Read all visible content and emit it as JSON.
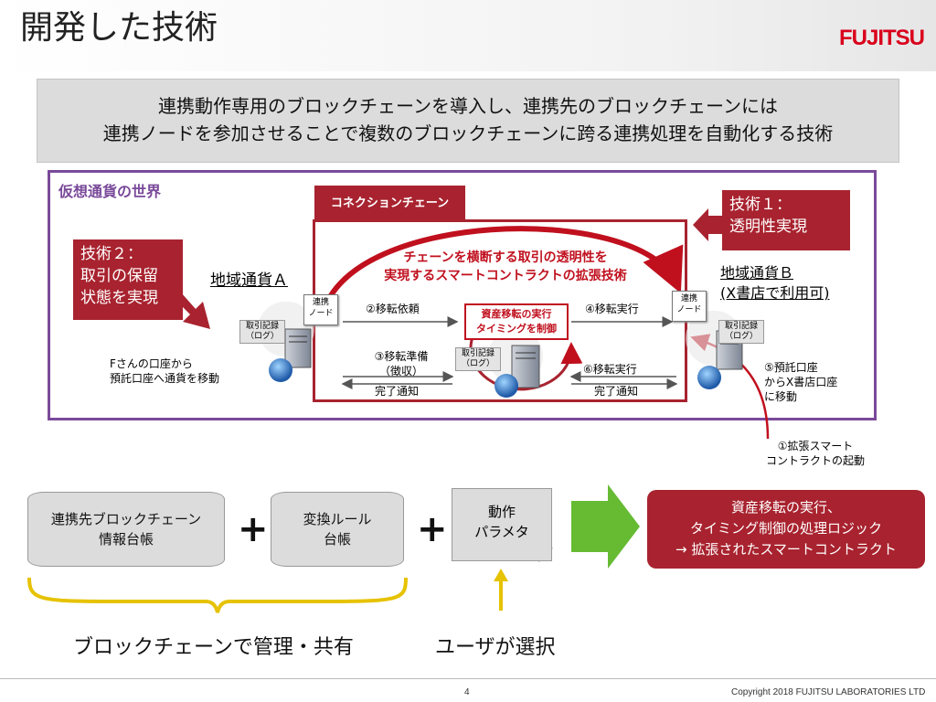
{
  "slide": {
    "title": "開発した技術",
    "logo": "FUJITSU",
    "summary_line1": "連携動作専用のブロックチェーンを導入し、連携先のブロックチェーンには",
    "summary_line2": "連携ノードを参加させることで複数のブロックチェーンに跨る連携処理を自動化する技術"
  },
  "diagram": {
    "world_label": "仮想通貨の世界",
    "chain_label": "コネクションチェーン",
    "tech1": [
      "技術１：",
      "透明性実現"
    ],
    "tech2": [
      "技術２：",
      "取引の保留",
      "状態を実現"
    ],
    "region_a": "地域通貨Ａ",
    "region_b_line1": "地域通貨Ｂ",
    "region_b_line2": "(X書店で利用可)",
    "node_left": [
      "連携",
      "ノード"
    ],
    "node_right": [
      "連携",
      "ノード"
    ],
    "record_left": [
      "取引記録",
      "（ログ）"
    ],
    "record_center": [
      "取引記録",
      "（ログ）"
    ],
    "record_right": [
      "取引記録",
      "（ログ）"
    ],
    "extension_line1": "チェーンを横断する取引の透明性を",
    "extension_line2": "実現するスマートコントラクトの拡張技術",
    "timing_line1": "資産移転の実行",
    "timing_line2": "タイミングを制御",
    "step2": "②移転依頼",
    "step4": "④移転実行",
    "step3_line1": "③移転準備",
    "step3_line2": "（徴収）",
    "step3_done": "完了通知",
    "step6": "⑥移転実行",
    "step6_done": "完了通知",
    "step5_line1": "⑤預託口座",
    "step5_line2": "からX書店口座",
    "step5_line3": "に移動",
    "f_line1": "Fさんの口座から",
    "f_line2": "預託口座へ通貨を移動",
    "step1_line1": "①拡張スマート",
    "step1_line2": "コントラクトの起動"
  },
  "bottom": {
    "ledger1_line1": "連携先ブロックチェーン",
    "ledger1_line2": "情報台帳",
    "ledger2_line1": "変換ルール",
    "ledger2_line2": "台帳",
    "plus": "+",
    "param_line1": "動作",
    "param_line2": "パラメタ",
    "result_line1": "資産移転の実行、",
    "result_line2": "タイミング制御の処理ロジック",
    "result_line3": "→ 拡張されたスマートコントラクト",
    "shared_text": "ブロックチェーンで管理・共有",
    "user_text": "ユーザが選択"
  },
  "footer": {
    "page": "4",
    "copyright": "Copyright 2018 FUJITSU LABORATORIES LTD"
  },
  "colors": {
    "accent_red": "#a8232f",
    "world_border": "#7a4a9a",
    "arrow_green": "#66bb33",
    "brace_yellow": "#e6c200"
  }
}
